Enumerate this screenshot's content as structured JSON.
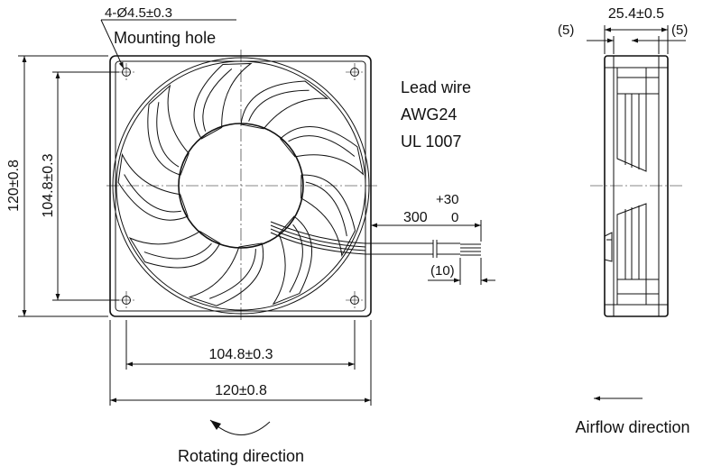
{
  "front_view": {
    "hole_callout": "4-Ø4.5±0.3",
    "hole_label": "Mounting hole",
    "dim_outer_height": "120±0.8",
    "dim_hole_pitch_vertical": "104.8±0.3",
    "dim_hole_pitch_horizontal": "104.8±0.3",
    "dim_outer_width": "120±0.8",
    "rotation_label": "Rotating direction"
  },
  "lead_wire": {
    "title": "Lead wire",
    "gauge": "AWG24",
    "standard": "UL 1007",
    "length": "300",
    "tol_plus": "+30",
    "tol_minus": "0",
    "strip_length": "(10)"
  },
  "side_view": {
    "dim_depth": "25.4±0.5",
    "dim_left": "(5)",
    "dim_right": "(5)",
    "airflow_label": "Airflow direction"
  }
}
